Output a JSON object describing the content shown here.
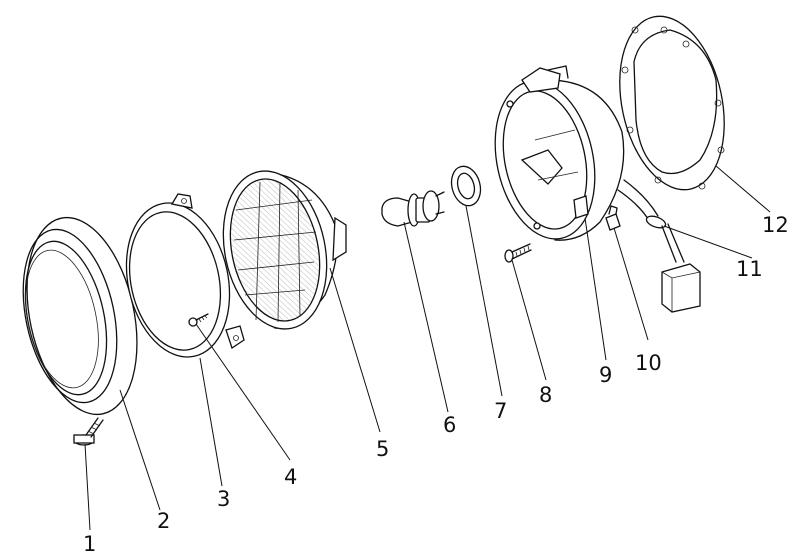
{
  "diagram": {
    "callouts": [
      "1",
      "2",
      "3",
      "4",
      "5",
      "6",
      "7",
      "8",
      "9",
      "10",
      "11",
      "12"
    ],
    "parts": [
      "screw-1",
      "outer-trim-ring-2",
      "retaining-ring-3",
      "adjust-screw-4",
      "sealed-beam-lens-5",
      "bulb-6",
      "seal-ring-7",
      "screw-8",
      "headlamp-bucket-9",
      "wire-clip-10",
      "grommet-11",
      "gasket-12"
    ]
  }
}
